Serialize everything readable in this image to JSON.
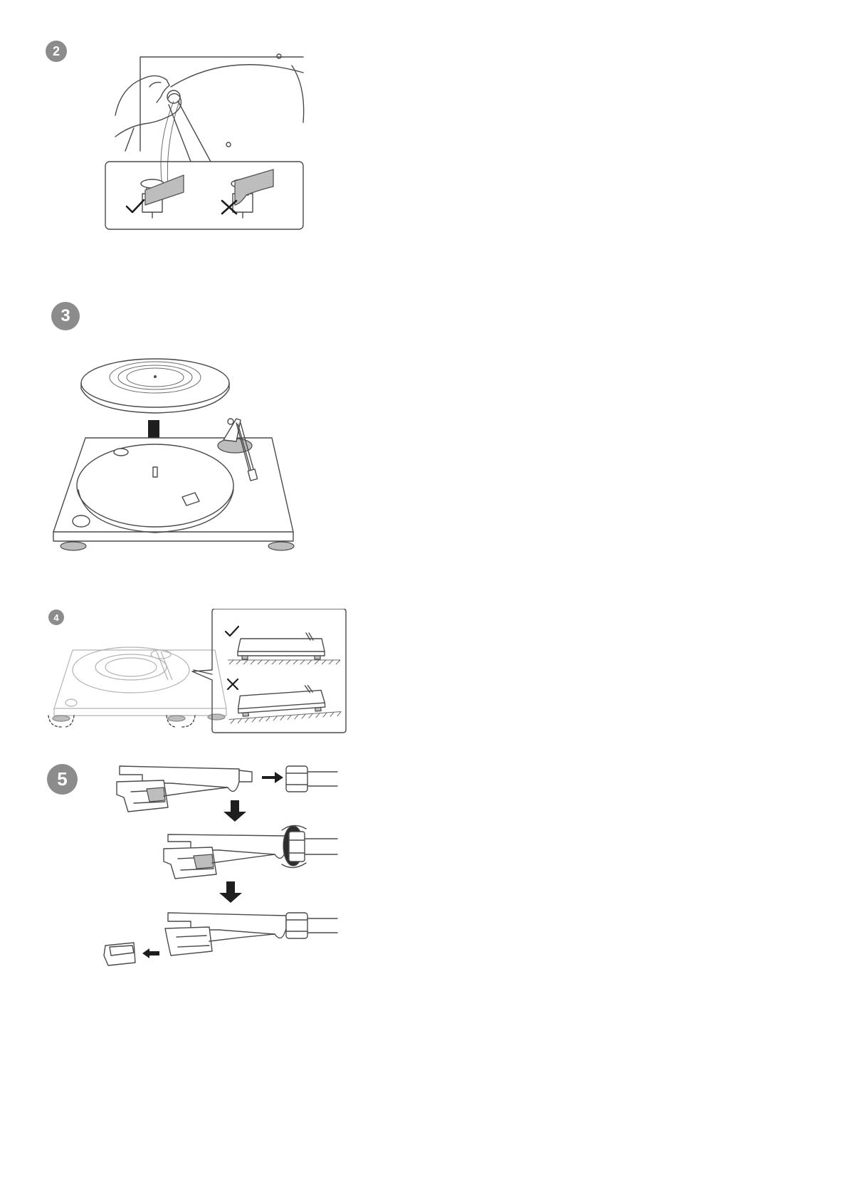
{
  "steps": [
    {
      "number": "2",
      "panel": "belt-installation",
      "icons": [
        "check-icon",
        "cross-icon"
      ]
    },
    {
      "number": "3",
      "panel": "platter-placement",
      "icons": [
        "down-arrow-icon"
      ]
    },
    {
      "number": "4",
      "panel": "leveling-feet",
      "icons": [
        "check-icon",
        "cross-icon"
      ]
    },
    {
      "number": "5",
      "panel": "headshell-cartridge-mounting",
      "icons": [
        "down-arrow-icon",
        "right-arrow-icon",
        "left-arrow-icon"
      ]
    }
  ],
  "colors": {
    "badge": "#8c8c8c",
    "line": "#4a4a4a",
    "arrow": "#1e1e1e",
    "background": "#ffffff"
  }
}
